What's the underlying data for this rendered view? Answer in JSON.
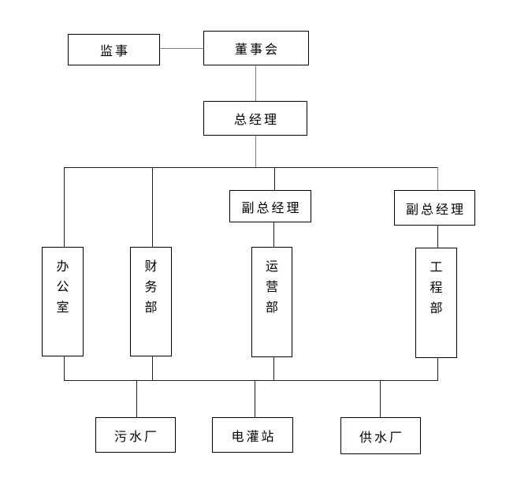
{
  "diagram": {
    "type": "organization-chart",
    "background": "#ffffff",
    "colors": {
      "box_border": "#000000",
      "box_fill": "#ffffff",
      "text": "#000000",
      "connector_dark": "#1f1f1f",
      "connector_gray": "#7f7f7f"
    },
    "nodes": {
      "supervisor": {
        "label": "监事",
        "text_direction": "horizontal"
      },
      "board": {
        "label": "董事会",
        "text_direction": "horizontal"
      },
      "general_manager": {
        "label": "总经理",
        "text_direction": "horizontal"
      },
      "deputy_gm_1": {
        "label": "副总经理",
        "text_direction": "horizontal"
      },
      "deputy_gm_2": {
        "label": "副总经理",
        "text_direction": "horizontal"
      },
      "office": {
        "label": "办公室",
        "text_direction": "vertical"
      },
      "finance_dept": {
        "label": "财务部",
        "text_direction": "vertical"
      },
      "operations_dept": {
        "label": "运营部",
        "text_direction": "vertical"
      },
      "engineering_dept": {
        "label": "工程部",
        "text_direction": "vertical"
      },
      "sewage_plant": {
        "label": "污水厂",
        "text_direction": "horizontal"
      },
      "irrigation_station": {
        "label": "电灌站",
        "text_direction": "horizontal"
      },
      "water_plant": {
        "label": "供水厂",
        "text_direction": "horizontal"
      }
    },
    "edges": [
      {
        "from": "supervisor",
        "to": "board"
      },
      {
        "from": "board",
        "to": "general_manager"
      },
      {
        "from": "general_manager",
        "to": "office"
      },
      {
        "from": "general_manager",
        "to": "finance_dept"
      },
      {
        "from": "general_manager",
        "to": "deputy_gm_1"
      },
      {
        "from": "general_manager",
        "to": "deputy_gm_2"
      },
      {
        "from": "deputy_gm_1",
        "to": "operations_dept"
      },
      {
        "from": "deputy_gm_2",
        "to": "engineering_dept"
      },
      {
        "from": "departments_bus",
        "to": "sewage_plant"
      },
      {
        "from": "departments_bus",
        "to": "irrigation_station"
      },
      {
        "from": "departments_bus",
        "to": "water_plant"
      }
    ]
  }
}
